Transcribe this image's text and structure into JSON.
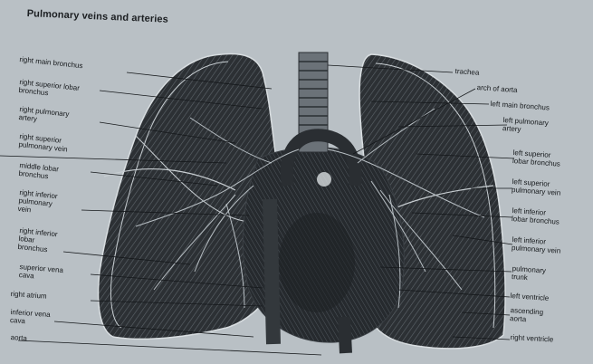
{
  "diagram": {
    "title": "Pulmonary veins and arteries",
    "left_labels": [
      "right main bronchus",
      "right superior lobar\nbronchus",
      "right pulmonary\nartery",
      "right superior\npulmonary vein",
      "middle lobar\nbronchus",
      "right inferior\npulmonary\nvein",
      "right inferior\nlobar\nbronchus",
      "superior vena\ncava",
      "right atrium",
      "inferior vena\ncava",
      "aorta"
    ],
    "right_labels": [
      "trachea",
      "arch of aorta",
      "left main bronchus",
      "left pulmonary\nartery",
      "left superior\nlobar bronchus",
      "left superior\npulmonary vein",
      "left inferior\nlobar bronchus",
      "left inferior\npulmonary vein",
      "pulmonary\ntrunk",
      "left ventricle",
      "ascending\naorta",
      "right ventricle"
    ]
  }
}
